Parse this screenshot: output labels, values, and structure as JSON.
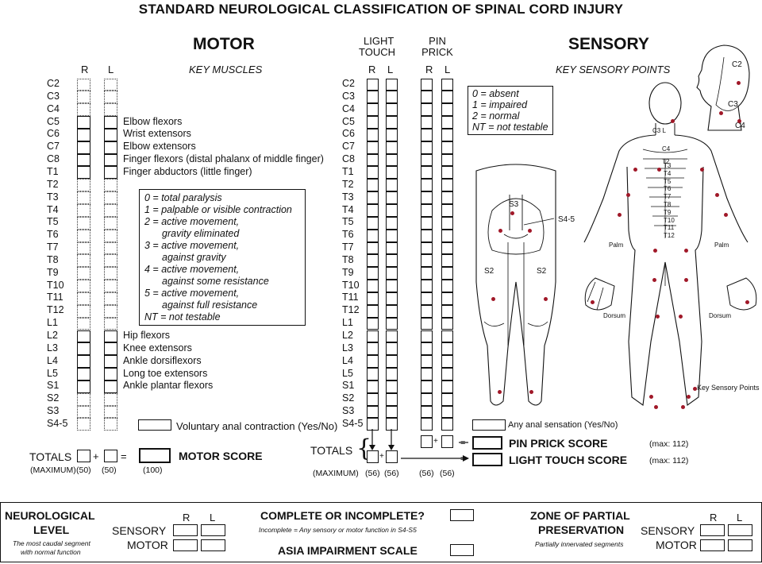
{
  "title": "STANDARD NEUROLOGICAL CLASSIFICATION OF SPINAL CORD INJURY",
  "motor": {
    "heading": "MOTOR",
    "key_muscles": "KEY MUSCLES",
    "col_r": "R",
    "col_l": "L",
    "levels": [
      "C2",
      "C3",
      "C4",
      "C5",
      "C6",
      "C7",
      "C8",
      "T1",
      "T2",
      "T3",
      "T4",
      "T5",
      "T6",
      "T7",
      "T8",
      "T9",
      "T10",
      "T11",
      "T12",
      "L1",
      "L2",
      "L3",
      "L4",
      "L5",
      "S1",
      "S2",
      "S3",
      "S4-5"
    ],
    "muscles": [
      {
        "level": "C5",
        "name": "Elbow flexors"
      },
      {
        "level": "C6",
        "name": "Wrist extensors"
      },
      {
        "level": "C7",
        "name": "Elbow extensors"
      },
      {
        "level": "C8",
        "name": "Finger flexors (distal phalanx of middle finger)"
      },
      {
        "level": "T1",
        "name": "Finger abductors (little finger)"
      },
      {
        "level": "L2",
        "name": "Hip flexors"
      },
      {
        "level": "L3",
        "name": "Knee extensors"
      },
      {
        "level": "L4",
        "name": "Ankle dorsiflexors"
      },
      {
        "level": "L5",
        "name": "Long toe extensors"
      },
      {
        "level": "S1",
        "name": "Ankle plantar flexors"
      }
    ],
    "grading": [
      "0 = total paralysis",
      "1 = palpable or visible contraction",
      "2 = active movement,",
      "gravity eliminated",
      "3 = active movement,",
      "against gravity",
      "4 = active movement,",
      "against some resistance",
      "5 = active movement,",
      "against full resistance",
      "NT = not testable"
    ],
    "anal": "Voluntary anal contraction (Yes/No)",
    "totals": "TOTALS",
    "plus": "+",
    "equals": "=",
    "score": "MOTOR SCORE",
    "maximum": "(MAXIMUM)",
    "max_r": "(50)",
    "max_l": "(50)",
    "max_total": "(100)"
  },
  "sensory_cols": {
    "light_touch_1": "LIGHT",
    "light_touch_2": "TOUCH",
    "pin_prick_1": "PIN",
    "pin_prick_2": "PRICK",
    "r": "R",
    "l": "L",
    "totals": "TOTALS",
    "maximum": "(MAXIMUM)",
    "max_vals": [
      "(56)",
      "(56)",
      "(56)",
      "(56)"
    ]
  },
  "sensory": {
    "heading": "SENSORY",
    "key_points": "KEY SENSORY POINTS",
    "grading": [
      "0 = absent",
      "1 = impaired",
      "2 = normal",
      "NT = not testable"
    ],
    "anal": "Any anal sensation (Yes/No)",
    "pin_prick_score": "PIN PRICK SCORE",
    "light_touch_score": "LIGHT TOUCH SCORE",
    "pp_max": "(max: 112)",
    "lt_max": "(max: 112)",
    "legend_key": "Key Sensory Points",
    "labels": {
      "palm_left": "Palm",
      "palm_right": "Palm",
      "dorsum_left": "Dorsum",
      "dorsum_right": "Dorsum",
      "c2": "C2",
      "c3": "C3",
      "c4": "C4",
      "s3": "S3",
      "s45": "S4-5",
      "s2a": "S2",
      "s2b": "S2"
    }
  },
  "bottom": {
    "neuro_1": "NEUROLOGICAL",
    "neuro_2": "LEVEL",
    "neuro_note_1": "The most caudal segment",
    "neuro_note_2": "with normal function",
    "sensory": "SENSORY",
    "motor": "MOTOR",
    "r": "R",
    "l": "L",
    "complete": "COMPLETE OR INCOMPLETE?",
    "complete_note": "Incomplete = Any sensory or motor function in S4-S5",
    "asia": "ASIA IMPAIRMENT SCALE",
    "zone_1": "ZONE OF PARTIAL",
    "zone_2": "PRESERVATION",
    "zone_note": "Partially innervated segments"
  }
}
